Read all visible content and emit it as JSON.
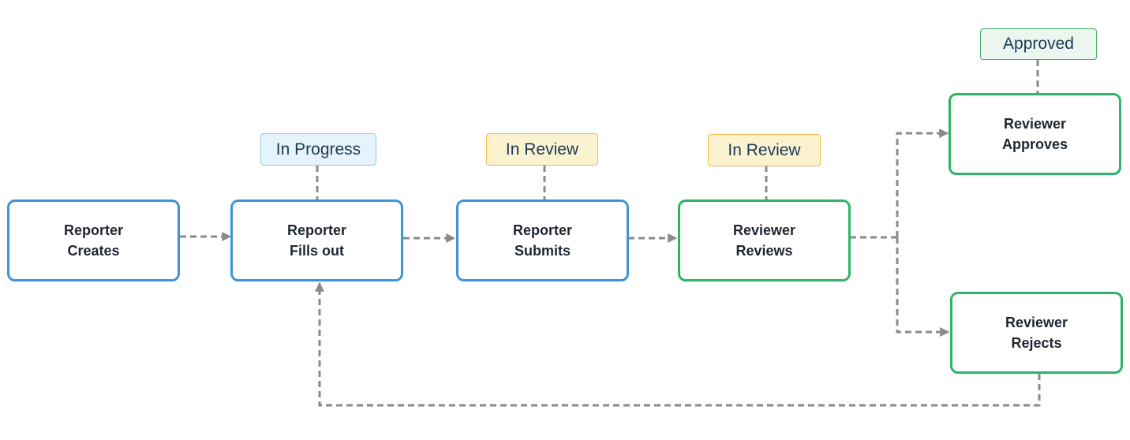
{
  "nodes": {
    "reporter_creates": {
      "line1": "Reporter",
      "line2": "Creates"
    },
    "reporter_fills_out": {
      "line1": "Reporter",
      "line2": "Fills out"
    },
    "reporter_submits": {
      "line1": "Reporter",
      "line2": "Submits"
    },
    "reviewer_reviews": {
      "line1": "Reviewer",
      "line2": "Reviews"
    },
    "reviewer_approves": {
      "line1": "Reviewer",
      "line2": "Approves"
    },
    "reviewer_rejects": {
      "line1": "Reviewer",
      "line2": "Rejects"
    }
  },
  "statuses": {
    "fills_out": "In Progress",
    "submits": "In Review",
    "reviews": "In Review",
    "approves": "Approved"
  },
  "colors": {
    "reporter_border": "#3b95d9",
    "reviewer_border": "#2db36a",
    "connector": "#8a8a8a",
    "in_progress_fill": "#e6f3fb",
    "in_review_fill": "#fbf3d0",
    "approved_fill": "#eaf6ee"
  }
}
